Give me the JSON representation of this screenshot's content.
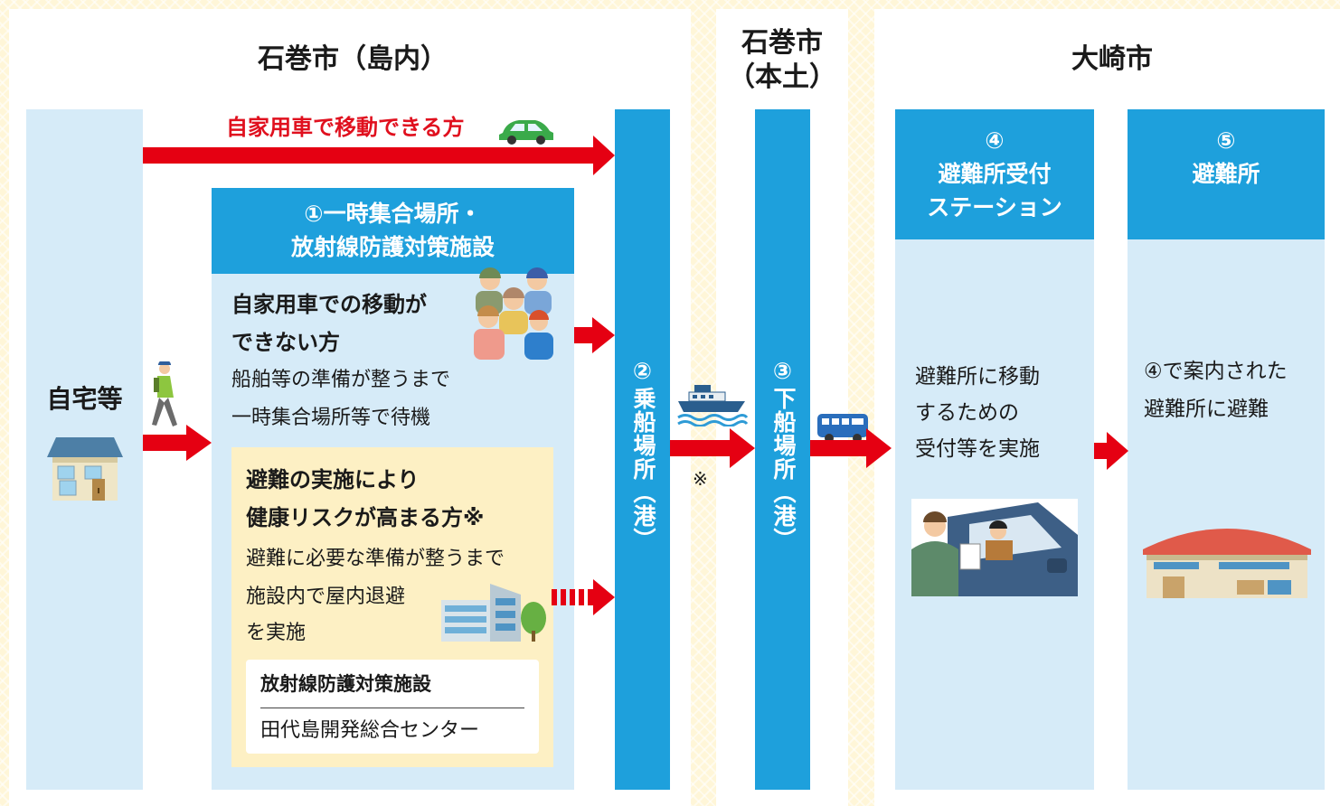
{
  "regions": {
    "ishinomaki_island": "石巻市（島内）",
    "ishinomaki_main_1": "石巻市",
    "ishinomaki_main_2": "（本土）",
    "osaki": "大崎市"
  },
  "home": {
    "label": "自宅等"
  },
  "car_route": {
    "label": "自家用車で移動できる方"
  },
  "temp_site": {
    "title_1": "①一時集合場所・",
    "title_2": "放射線防護対策施設"
  },
  "no_car": {
    "heading_1": "自家用車での移動が",
    "heading_2": "できない方",
    "body_1": "船舶等の準備が整うまで",
    "body_2": "一時集合場所等で待機"
  },
  "health_risk": {
    "heading_1": "避難の実施により",
    "heading_2": "健康リスクが高まる方※",
    "body_1": "避難に必要な準備が整うまで",
    "body_2": "施設内で屋内退避",
    "body_3": "を実施"
  },
  "facility_box": {
    "title": "放射線防護対策施設",
    "name": "田代島開発総合センター"
  },
  "boarding": {
    "number": "②",
    "label": "乗船場所（港）"
  },
  "disembark": {
    "number": "③",
    "label": "下船場所（港）"
  },
  "ship_note": "※",
  "reception": {
    "number": "④",
    "title_1": "避難所受付",
    "title_2": "ステーション",
    "body_1": "避難所に移動",
    "body_2": "するための",
    "body_3": "受付等を実施"
  },
  "shelter": {
    "number": "⑤",
    "title": "避難所",
    "body_1": "④で案内された",
    "body_2": "避難所に避難"
  },
  "colors": {
    "accent_blue": "#1ea0dc",
    "pale_blue": "#d6ebf8",
    "arrow_red": "#e50012",
    "heading_red": "#e0101e",
    "note_yellow": "#fdf0c4"
  }
}
